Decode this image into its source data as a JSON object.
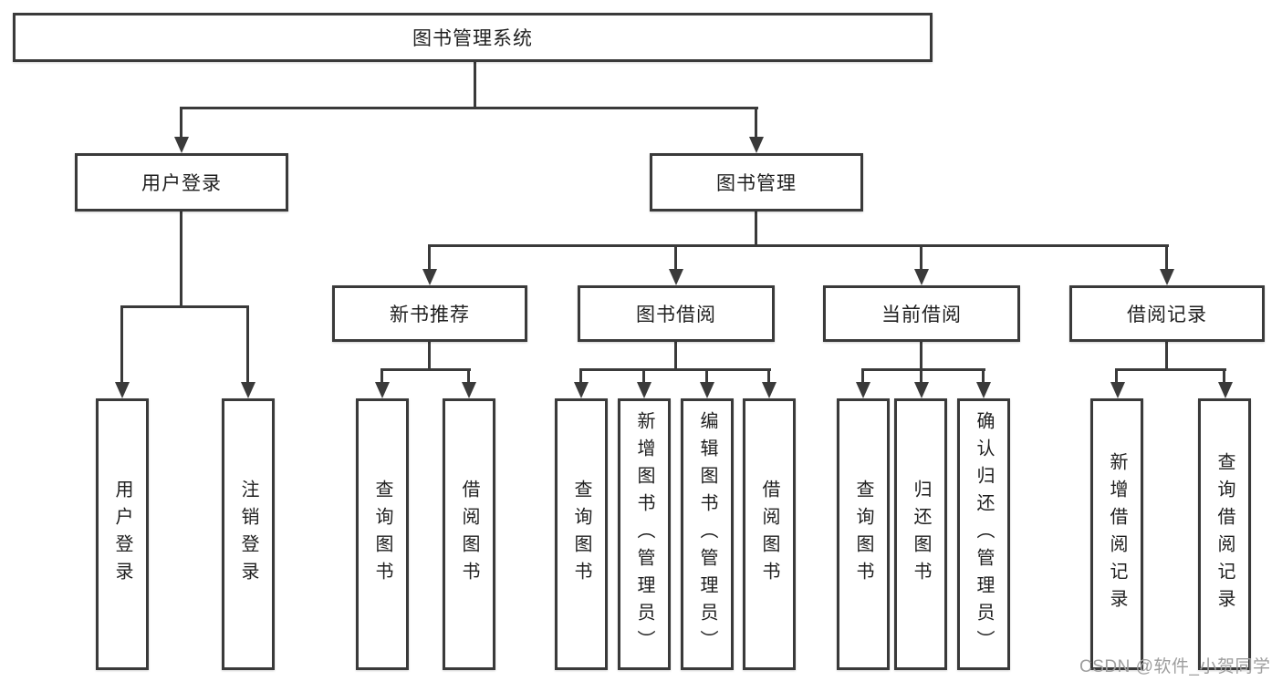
{
  "diagram": {
    "title": "图书管理系统",
    "colors": {
      "line": "#3a3a3a",
      "box_border": "#3a3a3a",
      "box_background": "#ffffff",
      "text": "#1f1f1f",
      "watermark": "#9e9e9e",
      "page_background": "#ffffff"
    },
    "nodes": {
      "root": {
        "label": "图书管理系统"
      },
      "user_login": {
        "label": "用户登录"
      },
      "book_mgmt": {
        "label": "图书管理"
      },
      "new_book_rec": {
        "label": "新书推荐"
      },
      "book_borrow": {
        "label": "图书借阅"
      },
      "current_borrow": {
        "label": "当前借阅"
      },
      "borrow_record": {
        "label": "借阅记录"
      },
      "user_login_children": [
        {
          "label": "用户登录"
        },
        {
          "label": "注销登录"
        }
      ],
      "new_book_rec_children": [
        {
          "label": "查询图书"
        },
        {
          "label": "借阅图书"
        }
      ],
      "book_borrow_children": [
        {
          "label": "查询图书"
        },
        {
          "label": "新增图书（管理员）"
        },
        {
          "label": "编辑图书（管理员）"
        },
        {
          "label": "借阅图书"
        }
      ],
      "current_borrow_children": [
        {
          "label": "查询图书"
        },
        {
          "label": "归还图书"
        },
        {
          "label": "确认归还（管理员）"
        }
      ],
      "borrow_record_children": [
        {
          "label": "新增借阅记录"
        },
        {
          "label": "查询借阅记录"
        }
      ]
    }
  },
  "watermark": {
    "text": "CSDN @软件_小贺同学"
  }
}
